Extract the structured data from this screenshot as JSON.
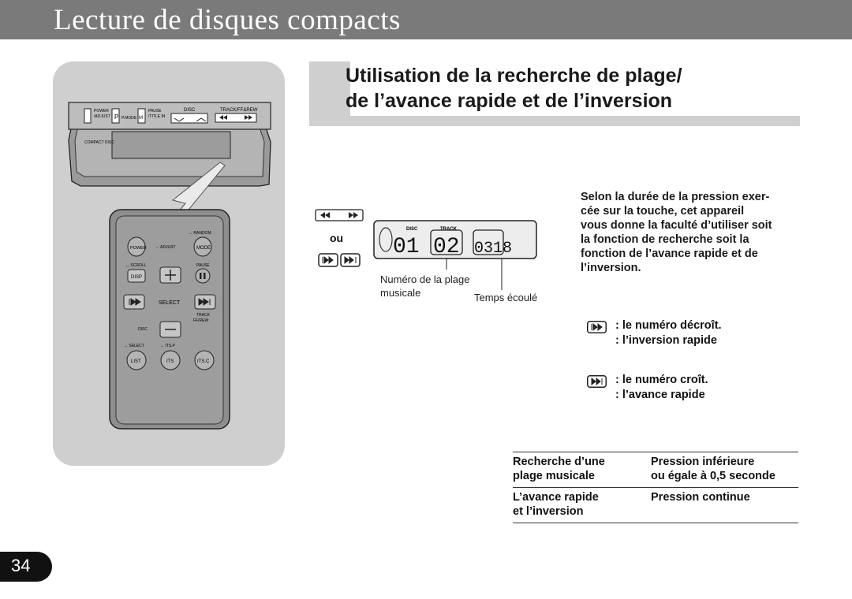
{
  "header": {
    "title": "Lecture de disques compacts"
  },
  "section": {
    "title_line1": "Utilisation de la recherche de plage/",
    "title_line2": "de l’avance rapide et de l’inversion"
  },
  "head_unit": {
    "power_label": "POWER",
    "adjust_label": "/ADJUST",
    "p_key": "P",
    "pmode_label": "P.MODE",
    "m_key": "M",
    "pause_label": "PAUSE",
    "title_in_label": "/TITLE IN",
    "disc_label": "DISC",
    "track_label": "TRACK/FF&REW",
    "cd_logo": "COMPACT DISC"
  },
  "remote": {
    "random_label": "↔ RANDOM",
    "power_button": "POWER",
    "adjust_label": "↔ ADJUST",
    "mode_button": "MODE",
    "scroll_label": "↔ SCROLL",
    "pause_label": "PAUSE",
    "disp_button": "DISP",
    "select_label": "SELECT",
    "track_label": "TRACK",
    "ffrew_label": "FF/REW",
    "disc_label": "DISC",
    "select2_label": "↔ SELECT",
    "itsp_label": "↔ ITS.P",
    "list_button": "LIST",
    "its_button": "ITS",
    "itsc_button": "ITS.C"
  },
  "display_figure": {
    "ou": "ou",
    "disc_label": "DISC",
    "track_label": "TRACK",
    "disc_number": "01",
    "track_number": "02",
    "time": "0318",
    "caption_track_line1": "Numéro de la plage",
    "caption_track_line2": "musicale",
    "caption_time": "Temps écoulé"
  },
  "body_text": [
    "Selon la durée de la pression exer-",
    "cée sur la touche, cet appareil",
    "vous donne la faculté d’utiliser soit",
    "la fonction de recherche soit la",
    "fonction de l’avance rapide et de",
    "l’inversion."
  ],
  "keys": [
    {
      "icon": "previous-track-icon",
      "line1": ": le numéro décroît.",
      "line2": ": l’inversion rapide"
    },
    {
      "icon": "next-track-icon",
      "line1": ": le numéro croît.",
      "line2": ": l’avance rapide"
    }
  ],
  "table": [
    {
      "c1_line1": "Recherche d’une",
      "c1_line2": "plage musicale",
      "c2_line1": "Pression inférieure",
      "c2_line2": "ou égale à 0,5 seconde"
    },
    {
      "c1_line1": "L’avance rapide",
      "c1_line2": "et l’inversion",
      "c2_line1": "Pression continue",
      "c2_line2": ""
    }
  ],
  "page_number": "34"
}
